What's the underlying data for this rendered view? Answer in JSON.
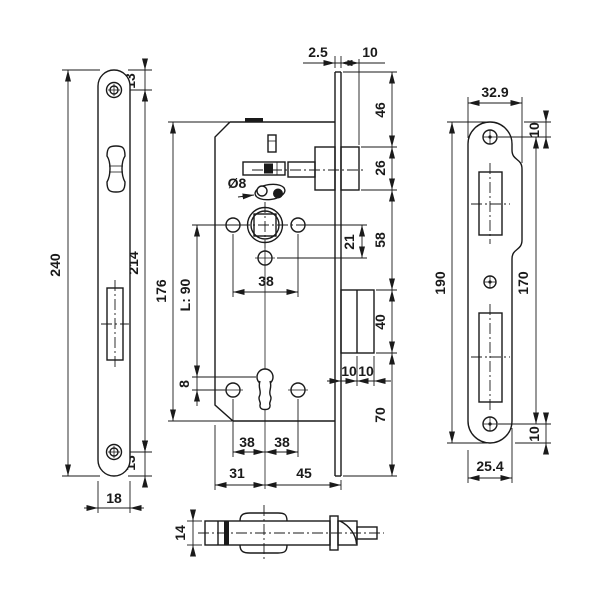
{
  "drawing_type": "mortise lock technical drawing",
  "colors": {
    "line": "#1a1a1a",
    "background": "#ffffff"
  },
  "views": {
    "faceplate_front": {
      "label": "faceplate front view",
      "dims": {
        "overall_height": "240",
        "screw_hole_spacing": "214",
        "top_screw_offset": "13",
        "bottom_screw_offset": "13",
        "plate_width": "18"
      }
    },
    "lock_body": {
      "label": "lock case front view",
      "dims": {
        "faceplate_thickness": "2.5",
        "latch_projection": "10",
        "plate_top_to_latch": "46",
        "latch_height": "26",
        "latch_to_deadbolt": "58",
        "deadbolt_height": "40",
        "deadbolt_to_plate_bottom": "70",
        "follower_hole_dia": "Ø8",
        "hub_to_cylinder": "21",
        "hub_hole_span": "38",
        "case_height": "176",
        "hub_to_keyhole": "L: 90",
        "keyhole_drop": "8",
        "keyhole_to_left_hole": "38",
        "keyhole_to_right_hole": "38",
        "case_edge_to_keyhole": "31",
        "backset": "45",
        "deadbolt_throw_a": "10",
        "deadbolt_throw_b": "10"
      }
    },
    "latch_detail": {
      "label": "latch bolt detail view",
      "dims": {
        "latch_thickness": "14"
      }
    },
    "strike_plate": {
      "label": "strike plate front view",
      "dims": {
        "overall_width": "32.9",
        "top_screw_offset": "10",
        "overall_height": "190",
        "screw_hole_spacing": "170",
        "bottom_screw_offset": "10",
        "plate_width": "25.4"
      }
    }
  }
}
